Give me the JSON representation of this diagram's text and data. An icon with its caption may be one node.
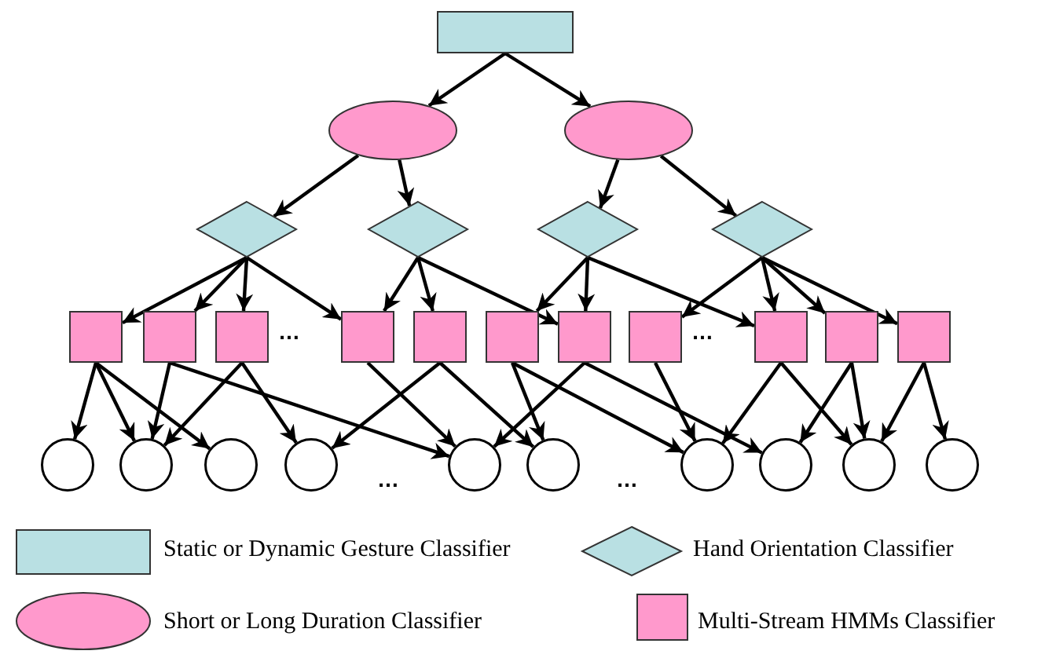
{
  "diagram": {
    "nodes": [
      {
        "text": [],
        "shape": "box"
      },
      {
        "text": [],
        "shape": "ellipse"
      },
      {
        "text": [],
        "shape": "ellipse"
      },
      {
        "text": [],
        "shape": "diamond"
      },
      {
        "text": [],
        "shape": "diamond"
      },
      {
        "text": [],
        "shape": "diamond"
      },
      {
        "text": [],
        "shape": "diamond"
      },
      {
        "text": [],
        "shape": "box"
      },
      {
        "text": [],
        "shape": "box"
      },
      {
        "text": [],
        "shape": "box"
      },
      {
        "text": [],
        "shape": "box"
      },
      {
        "text": [],
        "shape": "box"
      },
      {
        "text": [],
        "shape": "box"
      },
      {
        "text": [],
        "shape": "box"
      },
      {
        "text": [],
        "shape": "box"
      },
      {
        "text": [],
        "shape": "box"
      },
      {
        "text": [],
        "shape": "box"
      },
      {
        "text": [],
        "shape": "box"
      },
      {
        "text": [],
        "shape": "circle"
      },
      {
        "text": [],
        "shape": "circle"
      },
      {
        "text": [],
        "shape": "circle"
      },
      {
        "text": [],
        "shape": "circle"
      },
      {
        "text": [],
        "shape": "circle"
      },
      {
        "text": [],
        "shape": "circle"
      },
      {
        "text": [],
        "shape": "circle"
      },
      {
        "text": [],
        "shape": "circle"
      },
      {
        "text": [],
        "shape": "circle"
      },
      {
        "text": [],
        "shape": "circle"
      }
    ],
    "edges": [
      {
        "from": 0,
        "to": 1,
        "arrow": "to"
      },
      {
        "from": 0,
        "to": 2,
        "arrow": "to"
      },
      {
        "from": 1,
        "to": 3,
        "arrow": "to"
      },
      {
        "from": 1,
        "to": 4,
        "arrow": "to"
      },
      {
        "from": 2,
        "to": 5,
        "arrow": "to"
      },
      {
        "from": 2,
        "to": 6,
        "arrow": "to"
      },
      {
        "from": 3,
        "to": 7,
        "arrow": "to"
      },
      {
        "from": 3,
        "to": 8,
        "arrow": "to"
      },
      {
        "from": 3,
        "to": 9,
        "arrow": "to"
      },
      {
        "from": 3,
        "to": 10,
        "arrow": "to"
      },
      {
        "from": 4,
        "to": 10,
        "arrow": "to"
      },
      {
        "from": 4,
        "to": 11,
        "arrow": "to"
      },
      {
        "from": 4,
        "to": 13,
        "arrow": "to"
      },
      {
        "from": 5,
        "to": 12,
        "arrow": "to"
      },
      {
        "from": 5,
        "to": 13,
        "arrow": "to"
      },
      {
        "from": 5,
        "to": 15,
        "arrow": "to"
      },
      {
        "from": 6,
        "to": 14,
        "arrow": "to"
      },
      {
        "from": 6,
        "to": 15,
        "arrow": "to"
      },
      {
        "from": 6,
        "to": 16,
        "arrow": "to"
      },
      {
        "from": 6,
        "to": 17,
        "arrow": "to"
      },
      {
        "from": 7,
        "to": 18,
        "arrow": "to"
      },
      {
        "from": 7,
        "to": 19,
        "arrow": "to"
      },
      {
        "from": 7,
        "to": 20,
        "arrow": "to"
      },
      {
        "from": 8,
        "to": 19,
        "arrow": "to"
      },
      {
        "from": 8,
        "to": 22,
        "arrow": "to"
      },
      {
        "from": 9,
        "to": 19,
        "arrow": "to"
      },
      {
        "from": 9,
        "to": 21,
        "arrow": "to"
      },
      {
        "from": 10,
        "to": 22,
        "arrow": "to"
      },
      {
        "from": 11,
        "to": 21,
        "arrow": "to"
      },
      {
        "from": 11,
        "to": 23,
        "arrow": "to"
      },
      {
        "from": 12,
        "to": 23,
        "arrow": "to"
      },
      {
        "from": 12,
        "to": 24,
        "arrow": "to"
      },
      {
        "from": 13,
        "to": 22,
        "arrow": "to"
      },
      {
        "from": 13,
        "to": 25,
        "arrow": "to"
      },
      {
        "from": 14,
        "to": 24,
        "arrow": "to"
      },
      {
        "from": 15,
        "to": 24,
        "arrow": "to"
      },
      {
        "from": 15,
        "to": 26,
        "arrow": "to"
      },
      {
        "from": 16,
        "to": 25,
        "arrow": "to"
      },
      {
        "from": 16,
        "to": 26,
        "arrow": "to"
      },
      {
        "from": 17,
        "to": 26,
        "arrow": "to"
      },
      {
        "from": 17,
        "to": 27,
        "arrow": "to"
      }
    ],
    "labels": [
      "…",
      "…",
      "…",
      "…"
    ],
    "legend": [
      {
        "text": "Static or Dynamic Gesture Classifier"
      },
      {
        "text": "Hand Orientation Classifier"
      },
      {
        "text": "Short or Long Duration Classifier"
      },
      {
        "text": "Multi-Stream HMMs Classifier"
      }
    ]
  }
}
